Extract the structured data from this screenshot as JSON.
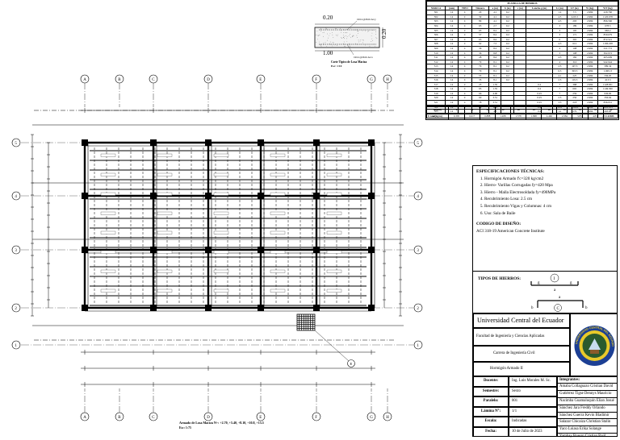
{
  "section": {
    "dim_top": "0.20",
    "dim_right": "0.20",
    "dim_bottom": "1.00",
    "rebar_top": "1Φ14 @20cm Arr.y",
    "rebar_bottom": "1Φ14 @20cm Arr.x",
    "caption_line1": "Corte Típico de Losa Maciza",
    "caption_line2": "Esc: 1:10"
  },
  "rebar_table": {
    "title": "PLANILLA DE HIERROS",
    "headers": [
      "MARCA",
      "(mm)",
      "TIPO",
      "Número",
      "a (m)",
      "b (m)",
      "c (m)",
      "Lancho g (m)",
      "Lt (m)",
      "LT (m)",
      "W (kg)",
      "WT (kg)"
    ],
    "rows": [
      [
        "501",
        "14",
        "C",
        "20",
        "4.1",
        "0.2",
        "",
        "",
        "1.2",
        "7.5",
        "2.984",
        "229.760"
      ],
      [
        "502",
        "14",
        "C",
        "39",
        "4.1",
        "0.2",
        "",
        "",
        "4.5",
        "4.63.3",
        "2.984",
        "1120.678"
      ],
      [
        "503",
        "14",
        "C",
        "89",
        "4.1",
        "0.2",
        "",
        "",
        "4.5",
        "293",
        "2.984",
        "896.560"
      ],
      [
        "504",
        "14",
        "C",
        "63",
        "2.7",
        "0.2",
        "",
        "",
        "3",
        "189",
        "2.984",
        "678.5"
      ],
      [
        "505",
        "14",
        "C",
        "65",
        "8.2",
        "0.2",
        "",
        "",
        "3",
        "195",
        "2.984",
        "983.2"
      ],
      [
        "506",
        "14",
        "C",
        "57",
        "8.2",
        "0.2",
        "",
        "",
        "3",
        "171",
        "2.984",
        "859.679"
      ],
      [
        "507",
        "14",
        "C",
        "63",
        "8.0",
        "0.2",
        "",
        "",
        "6",
        "365",
        "2.984",
        "872.521"
      ],
      [
        "508",
        "14",
        "C",
        "62",
        "7.5",
        "0.2",
        "",
        "",
        "4.3",
        "612",
        "2.984",
        "1196.228"
      ],
      [
        "509",
        "14",
        "C",
        "36",
        "8.2",
        "0.2",
        "",
        "",
        "4",
        "108",
        "2.984",
        "521.772"
      ],
      [
        "510",
        "14",
        "C",
        "36",
        "8.8",
        "0.2",
        "",
        "",
        "3",
        "108",
        "2.984",
        "302.972"
      ],
      [
        "511",
        "14",
        "C",
        "28",
        "8.6",
        "0.2",
        "",
        "",
        "4.5",
        "182",
        "2.984",
        "405.609"
      ],
      [
        "512",
        "14",
        "C",
        "79",
        "8.1",
        "0.2",
        "",
        "",
        "4",
        "316",
        "2.984",
        "942.944"
      ],
      [
        "513",
        "14",
        "C",
        "79",
        "8.1",
        "0.2",
        "",
        "",
        "2.5",
        "197.5",
        "2.984",
        "589.34"
      ],
      [
        "514",
        "14",
        "C",
        "79",
        "8.1",
        "0.2",
        "",
        "",
        "6.3",
        "393.5",
        "2.984",
        "1168.13"
      ],
      [
        "515",
        "14",
        "C",
        "55",
        "8.1",
        "0.2",
        "",
        "",
        "4.1",
        "225",
        "2.984",
        "336.05"
      ],
      [
        "516",
        "14",
        "C",
        "35",
        "8.1",
        "0.2",
        "",
        "",
        "2.5",
        "119.5",
        "2.984",
        "413.3"
      ],
      [
        "517",
        "14",
        "C",
        "25",
        "1.35",
        "",
        "",
        "0.2",
        "7",
        "388",
        "2.984",
        "1128.831"
      ],
      [
        "518",
        "14",
        "C",
        "95",
        "1.55",
        "",
        "",
        "0.2",
        "7",
        "665",
        "2.984",
        "1149.300"
      ],
      [
        "519",
        "14",
        "C",
        "66",
        "4.00",
        "",
        "",
        "0.25",
        "7",
        "259",
        "2.984",
        "936.00"
      ],
      [
        "520",
        "14",
        "C",
        "60",
        "3.51",
        "",
        "",
        "0.25",
        "2.5",
        "250",
        "2.984",
        "356.94"
      ],
      [
        "521",
        "14",
        "C",
        "78",
        "3.51",
        "",
        "",
        "0.25",
        "3.3",
        "218",
        "2.984",
        "836.931"
      ],
      [
        "522",
        "14",
        "C",
        "28",
        "10.8",
        "",
        "",
        "0.2",
        "19.2",
        "1536.8",
        "2.984",
        "4261.833"
      ],
      [
        "523",
        "14",
        "C",
        "1",
        "4.8",
        "",
        "",
        "0.2",
        "14",
        "279",
        "2.984",
        "493.60"
      ]
    ],
    "total_label": "Σ total",
    "total_value": "25912.316"
  },
  "weights": {
    "row1_label": "Φ(mm)",
    "row2_label": "w (kg/m)",
    "diameters": [
      "8",
      "10",
      "12",
      "14",
      "16",
      "18",
      "20",
      "22",
      "25",
      "28",
      "32"
    ],
    "values": [
      "0.395",
      "0.617",
      "0.888",
      "1.208",
      "1.578",
      "1.998",
      "2.466",
      "2.984",
      "3.853",
      "4.834",
      "6.313"
    ]
  },
  "specs": {
    "heading": "ESPECIFICACIONES TÉCNICAS:",
    "items": [
      "Hormigón Armado f'c=320 kg/cm2",
      "Hierro- Varillas Corrugadas fy=420 Mpa",
      "Hierro - Malla Electrosoldada fy=490MPa",
      "Recubrimiento Losa: 2.5 cm",
      "Recubrimiento Vigas y Columnas: 4 cm",
      "Uso: Sala de Baile"
    ],
    "code_heading": "CODIGO DE DISEÑO:",
    "code_text": "ACI 318-19 American Concrete Institute"
  },
  "bar_types": {
    "heading": "TIPOS DE HIERROS:",
    "type1_letter": "I",
    "type1_a": "a",
    "type1_g": "g",
    "type2_letter": "C",
    "type2_a": "a",
    "type2_b": "b"
  },
  "title_block": {
    "university": "Universidad Central del Ecuador",
    "faculty": "Facultad de Ingeniería y Ciencias Aplicadas",
    "career": "Carrera de Ingeniería Civil",
    "course": "Hormigón Armado II",
    "labels": [
      "Docente:",
      "Semestre:",
      "Paralelo:",
      "Lámina N°:",
      "Escala:",
      "Fecha:"
    ],
    "values": [
      "Ing. Luis Morales M. Sc.",
      "Sexto",
      "001",
      "1/1",
      "Indicadas",
      "10 de Julio de 2023"
    ],
    "members_heading": "Integrantes:",
    "members": [
      "Amaba Collaguazo Cristian David",
      "Gutiérrez Tigse Dennys Mauricio",
      "Nacimba Guamaluquin Elian Josué",
      "Sánchez Jara Freddy Orlando",
      "Sánchez Guerra Kevin Bladimir",
      "Salazar Chicaiza Christian Stalin",
      "Yaco Loiasa Erika Solange",
      "Yambay Rosero Cristian Raúl"
    ],
    "seal_text": "UNIVERSIDAD CENTRAL DEL ECUADOR"
  },
  "plan": {
    "caption_line1": "Armado de Losa Maciza N+: +2.70, +5.40, +8.10, +10.8, +13.5",
    "caption_line2": "Esc: 1:75",
    "axes_letters": [
      "A",
      "B",
      "C",
      "D",
      "E",
      "F",
      "G",
      "H"
    ],
    "axes_numbers": [
      "5",
      "4",
      "3",
      "2",
      "1"
    ],
    "detail_marker": "E"
  }
}
